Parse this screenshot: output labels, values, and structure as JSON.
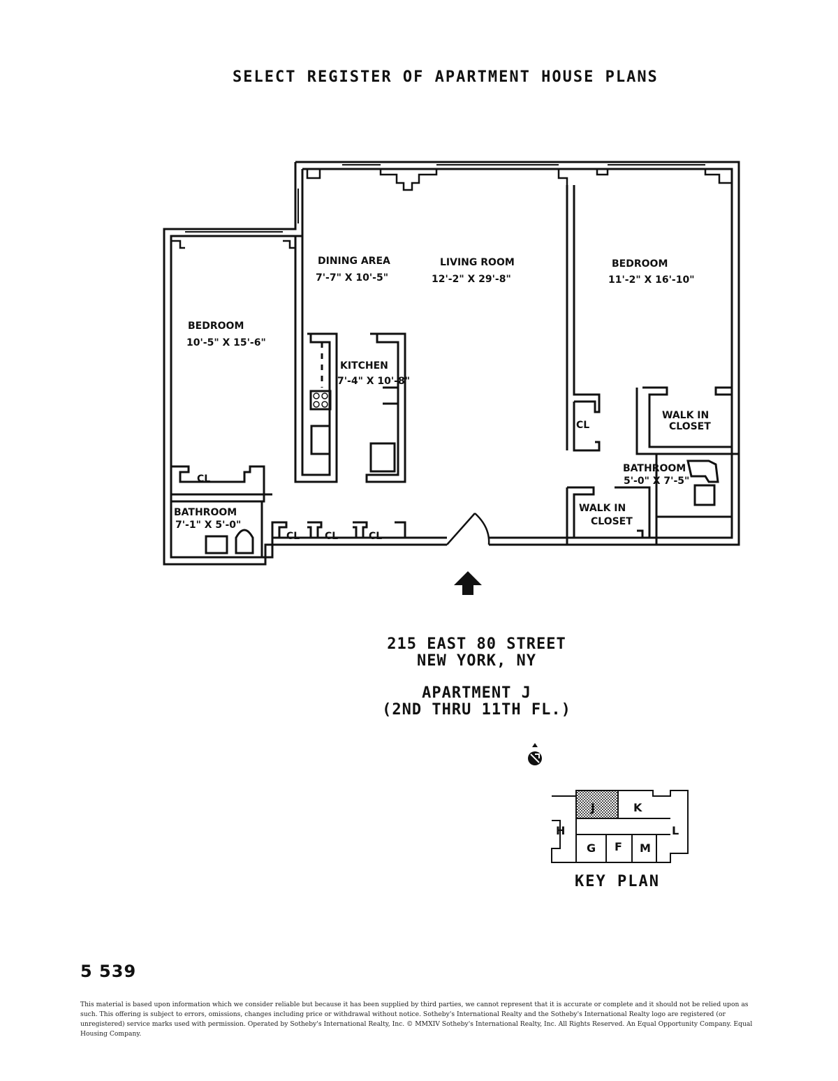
{
  "header": {
    "title": "SELECT REGISTER OF APARTMENT HOUSE PLANS"
  },
  "rooms": {
    "dining_area": {
      "label": "DINING AREA",
      "dims": "7'-7\" X 10'-5\""
    },
    "living_room": {
      "label": "LIVING ROOM",
      "dims": "12'-2\" X 29'-8\""
    },
    "bedroom_right": {
      "label": "BEDROOM",
      "dims": "11'-2\" X 16'-10\""
    },
    "bedroom_left": {
      "label": "BEDROOM",
      "dims": "10'-5\" X 15'-6\""
    },
    "kitchen": {
      "label": "KITCHEN",
      "dims": "7'-4\" X 10'-8\""
    },
    "walk_in_closet_right": {
      "label_1": "WALK IN",
      "label_2": "CLOSET"
    },
    "walk_in_closet_center": {
      "label_1": "WALK IN",
      "label_2": "CLOSET"
    },
    "bathroom_right": {
      "label": "BATHROOM",
      "dims": "5'-0\" X 7'-5\""
    },
    "bathroom_left": {
      "label": "BATHROOM",
      "dims": "7'-1\" X 5'-0\""
    },
    "closets": {
      "cl": "CL"
    }
  },
  "address": {
    "street": "215 EAST 80 STREET",
    "city": "NEW YORK, NY",
    "apartment": "APARTMENT J",
    "floors": "(2ND THRU 11TH FL.)"
  },
  "key_plan": {
    "label": "KEY PLAN",
    "units": [
      "J",
      "K",
      "H",
      "L",
      "G",
      "F",
      "M"
    ]
  },
  "listing_number": "5 539",
  "disclaimer": "This material is based upon information which we consider reliable but because it has been supplied by third parties, we cannot represent that it is accurate or complete and it should not be relied upon as such. This offering is subject to errors, omissions, changes including price or withdrawal without notice. Sotheby's International Realty and the Sotheby's International Realty logo are registered (or unregistered) service marks used with permission. Operated by Sotheby's International Realty, Inc. © MMXIV Sotheby's International Realty, Inc. All Rights Reserved. An Equal Opportunity Company. Equal Housing Company."
}
